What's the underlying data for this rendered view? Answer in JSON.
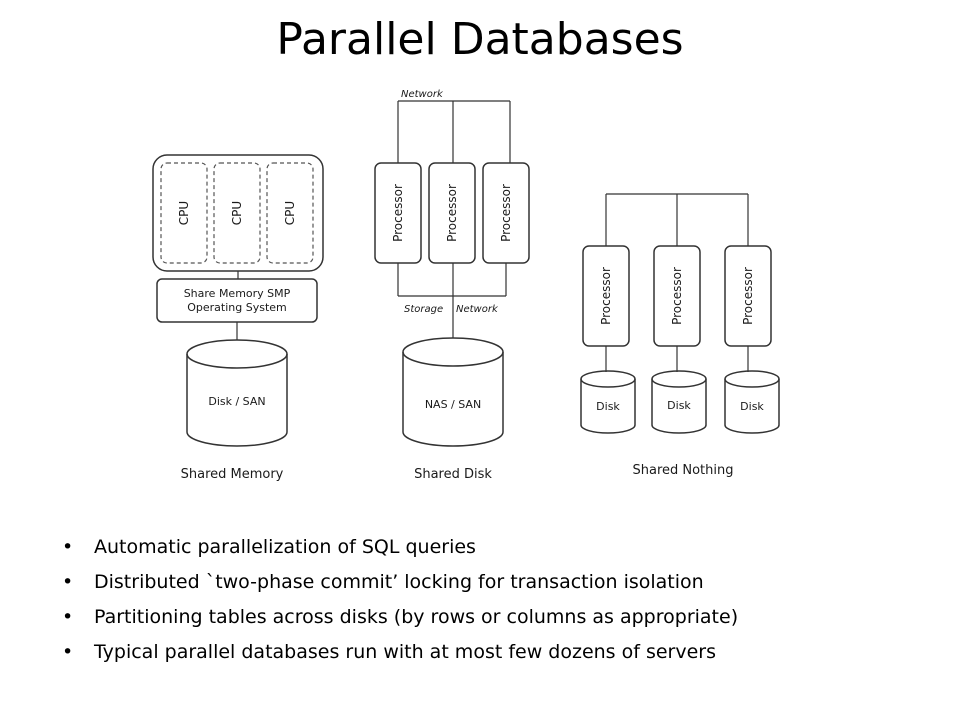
{
  "title": "Parallel Databases",
  "diagram": {
    "shared_memory": {
      "cpu_label": "CPU",
      "smp_line1": "Share Memory SMP",
      "smp_line2": "Operating System",
      "disk_label": "Disk / SAN",
      "caption": "Shared Memory"
    },
    "shared_disk": {
      "network_label": "Network",
      "processor_label": "Processor",
      "storage_label": "Storage",
      "storage_network_label": "Network",
      "disk_label": "NAS / SAN",
      "caption": "Shared Disk"
    },
    "shared_nothing": {
      "processor_label": "Processor",
      "disk_label": "Disk",
      "caption": "Shared Nothing"
    }
  },
  "bullets": [
    "Automatic parallelization of SQL queries",
    "Distributed `two-phase commit’ locking for transaction isolation",
    "Partitioning tables across disks (by rows or columns as appropriate)",
    "Typical parallel databases run with at most few dozens of servers"
  ]
}
